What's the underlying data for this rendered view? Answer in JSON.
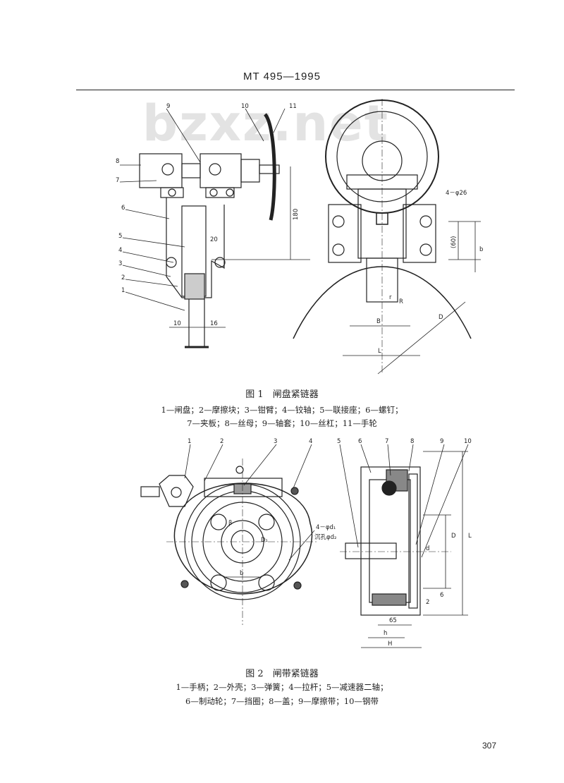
{
  "header": {
    "standard": "MT 495—1995"
  },
  "watermark": "bzxz.net",
  "fig1": {
    "caption": "图 1　闸盘紧链器",
    "legend_line1": "1—闸盘；2—摩擦块；3—钳臂；4—铰轴；5—联接座；6—螺钉；",
    "legend_line2": "7—夹板；8—丝母；9—轴套；10—丝杠；11—手轮",
    "callouts": [
      "1",
      "2",
      "3",
      "4",
      "5",
      "6",
      "7",
      "8",
      "9",
      "10",
      "11"
    ],
    "dims": {
      "d180": "180",
      "d20": "20",
      "d10": "10",
      "d16": "16",
      "d4phi26": "4－φ26",
      "d60": "(60)",
      "b": "b",
      "B": "B",
      "L": "L",
      "D": "D",
      "R": "R",
      "r": "r"
    }
  },
  "fig2": {
    "caption": "图 2　闸带紧链器",
    "legend_line1": "1—手柄；2—外壳；3—弹簧；4—拉杆；5—减速器二轴；",
    "legend_line2": "6—制动轮；7—挡圈；8—盖；9—摩擦带；10—钢带",
    "callouts_left": [
      "1",
      "2",
      "3",
      "4"
    ],
    "callouts_right": [
      "5",
      "6",
      "7",
      "8",
      "9",
      "10"
    ],
    "dims": {
      "hole1": "4－φd₁",
      "hole2": "沉孔φd₂",
      "D1": "D₁",
      "b": "b",
      "beta": "β",
      "D": "D",
      "L": "L",
      "d": "d",
      "d65": "65",
      "d2": "2",
      "d6": "6",
      "h": "h",
      "H": "H"
    }
  },
  "page_number": "307"
}
